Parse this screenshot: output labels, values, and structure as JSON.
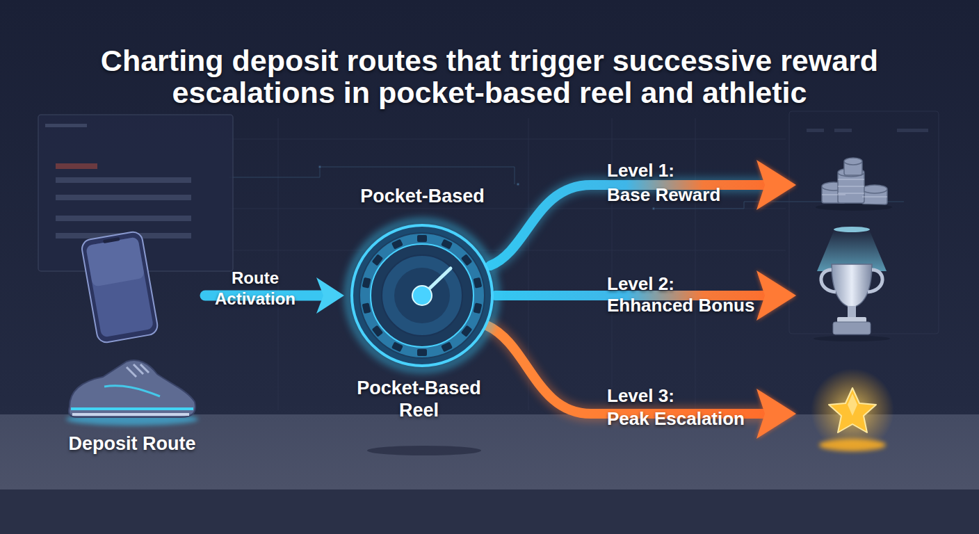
{
  "diagram": {
    "title": "Charting deposit routes that trigger successive reward escalations in pocket-based reel and athletic",
    "nodes": [
      {
        "text": [
          "Deposit Route"
        ]
      },
      {
        "text": [
          "Pocket-Based",
          "Pocket-Based Reel"
        ]
      }
    ],
    "edges": [
      {
        "from": 0,
        "to": 1,
        "label": "Route Activation",
        "arrow": "to"
      }
    ],
    "labels": [
      "Level 1: Base Reward",
      "Level 2: Ehhanced Bonus",
      "Level 3: Peak Escalation"
    ]
  }
}
